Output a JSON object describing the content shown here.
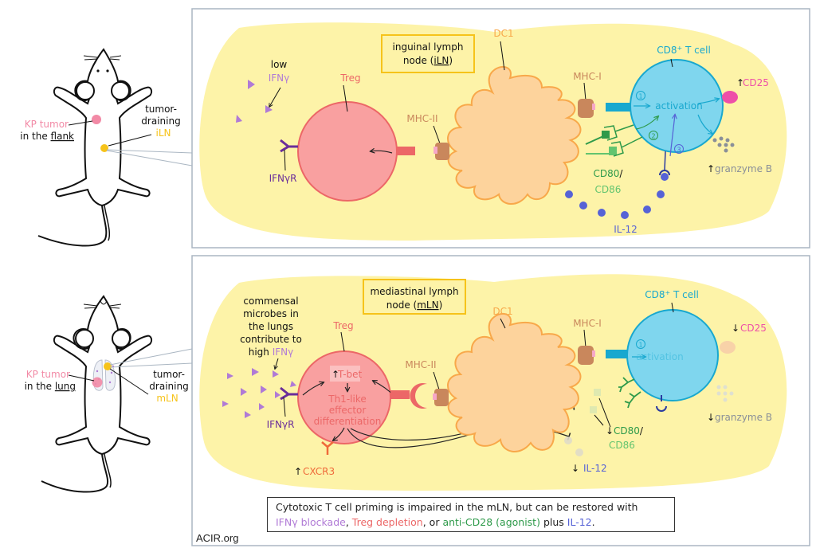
{
  "colors": {
    "panel_fill": "#fdf3a8",
    "panel_border": "#aab6c2",
    "treg": "#f9a0a0",
    "treg_border": "#ec6767",
    "dc1": "#fdd39c",
    "dc1_border": "#f8a84a",
    "cd8": "#7fd6ee",
    "cd8_border": "#18a8cf",
    "ifng": "#b07ad6",
    "ifngr": "#6a2d9a",
    "mhc": "#c9875c",
    "cd80": "#2e9a4a",
    "cd86": "#63c46f",
    "il12": "#5662d6",
    "cd25": "#ee4fa8",
    "granzyme": "#8a8f98",
    "kp_tumor": "#f28aa6",
    "lymph_node": "#f6c31a",
    "cxcr3": "#ef6a3a"
  },
  "mouse_top": {
    "tumor_label": "KP tumor",
    "tumor_location_prefix": "in the ",
    "tumor_location": "flank",
    "draining_label_1": "tumor-",
    "draining_label_2": "draining",
    "node_label": "iLN"
  },
  "mouse_bottom": {
    "tumor_label": "KP tumor",
    "tumor_location_prefix": "in the ",
    "tumor_location": "lung",
    "draining_label_1": "tumor-",
    "draining_label_2": "draining",
    "node_label": "mLN"
  },
  "panel_top": {
    "title_line1": "inguinal lymph",
    "title_line2_prefix": "node (",
    "title_line2_abbr": "iLN",
    "title_line2_suffix": ")",
    "low_label": "low",
    "ifng_label": "IFNγ",
    "ifngr_label": "IFNγR",
    "treg_label": "Treg",
    "mhc2_label": "MHC-II",
    "dc1_label": "DC1",
    "mhc1_label": "MHC-I",
    "cd8_label": "CD8",
    "cd8_sup": "+",
    "cd8_suffix": " T cell",
    "activation_label": "activation",
    "step1": "1",
    "step2": "2",
    "step3": "3",
    "cd25_arrow": "↑",
    "cd25_label": "CD25",
    "granzyme_arrow": "↑",
    "granzyme_label": "granzyme B",
    "cd80_label": "CD80",
    "cd80_slash": "/",
    "cd86_label": "CD86",
    "il12_label": "IL-12"
  },
  "panel_bottom": {
    "title_line1": "mediastinal lymph",
    "title_line2_prefix": "node (",
    "title_line2_abbr": "mLN",
    "title_line2_suffix": ")",
    "microbes_lines": [
      "commensal",
      "microbes in",
      "the lungs",
      "contribute to"
    ],
    "high_prefix": "high ",
    "ifng_label": "IFNγ",
    "ifngr_label": "IFNγR",
    "treg_label": "Treg",
    "tbet_arrow": "↑",
    "tbet_label": "T-bet",
    "th1_lines": [
      "Th1-like",
      "effector",
      "differentiation"
    ],
    "cxcr3_arrow": "↑",
    "cxcr3_label": "CXCR3",
    "mhc2_label": "MHC-II",
    "dc1_label": "DC1",
    "mhc1_label": "MHC-I",
    "cd8_label": "CD8",
    "cd8_sup": "+",
    "cd8_suffix": " T cell",
    "activation_label": "activation",
    "step1": "1",
    "cd25_arrow": "↓",
    "cd25_label": "CD25",
    "granzyme_arrow": "↓",
    "granzyme_label": "granzyme B",
    "cd80_arrow": "↓",
    "cd80_label": "CD80",
    "cd80_slash": "/",
    "cd86_label": "CD86",
    "il12_arrow": "↓",
    "il12_label": "IL-12"
  },
  "caption": {
    "line1": "Cytotoxic T cell priming is impaired in the mLN, but can be restored with",
    "part_ifng": "IFNγ blockade",
    "sep1": ", ",
    "part_treg": "Treg depletion",
    "sep2": ", or ",
    "part_cd28": "anti-CD28 (agonist)",
    "sep3": " plus ",
    "part_il12": "IL-12",
    "end": "."
  },
  "credit": "ACIR.org"
}
